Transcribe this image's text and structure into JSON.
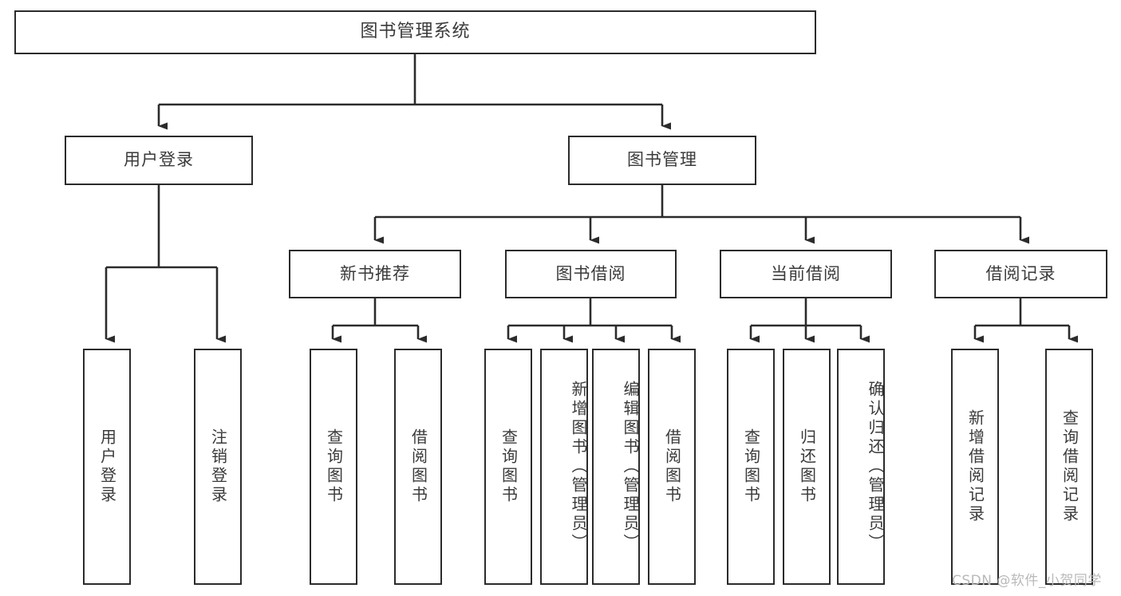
{
  "diagram": {
    "title": "图书管理系统",
    "type": "hierarchical-tree",
    "watermark": "CSDN @软件_小贺同学",
    "colors": {
      "stroke": "#2b2b2b",
      "text": "#3a3a3a",
      "background": "#ffffff",
      "watermark": "#b9b9b9"
    },
    "root": {
      "label": "图书管理系统"
    },
    "level1": [
      {
        "label": "用户登录"
      },
      {
        "label": "图书管理"
      }
    ],
    "level2": [
      {
        "label": "新书推荐"
      },
      {
        "label": "图书借阅"
      },
      {
        "label": "当前借阅"
      },
      {
        "label": "借阅记录"
      }
    ],
    "leaves": {
      "user_login": [
        {
          "label": "用户登录"
        },
        {
          "label": "注销登录"
        }
      ],
      "new_book_recommend": [
        {
          "label": "查询图书"
        },
        {
          "label": "借阅图书"
        }
      ],
      "book_borrow": [
        {
          "label": "查询图书"
        },
        {
          "label": "新增图书（管理员）"
        },
        {
          "label": "编辑图书（管理员）"
        },
        {
          "label": "借阅图书"
        }
      ],
      "current_borrow": [
        {
          "label": "查询图书"
        },
        {
          "label": "归还图书"
        },
        {
          "label": "确认归还（管理员）"
        }
      ],
      "borrow_records": [
        {
          "label": "新增借阅记录"
        },
        {
          "label": "查询借阅记录"
        }
      ]
    }
  }
}
